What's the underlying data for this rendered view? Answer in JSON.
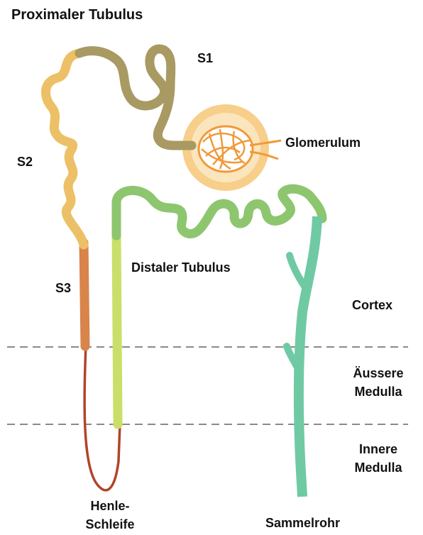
{
  "labels": {
    "proximal_tubule": "Proximaler Tubulus",
    "s1": "S1",
    "s2": "S2",
    "s3": "S3",
    "glomerulus": "Glomerulum",
    "distal_tubule": "Distaler Tubulus",
    "cortex": "Cortex",
    "outer_medulla_line1": "Äussere",
    "outer_medulla_line2": "Medulla",
    "inner_medulla_line1": "Innere",
    "inner_medulla_line2": "Medulla",
    "loop_line1": "Henle-",
    "loop_line2": "Schleife",
    "collecting_duct": "Sammelrohr"
  },
  "colors": {
    "proximal_s1": "#a89a62",
    "proximal_s2": "#ecc066",
    "proximal_s3": "#d8844a",
    "loop_thin": "#b0452a",
    "loop_thick": "#c9df6a",
    "distal": "#8dc66f",
    "collecting": "#6fcaa4",
    "glomerulus": "#f09a3a",
    "capsule": "#f7cf8a",
    "zone_divider": "#8a8a8a"
  }
}
